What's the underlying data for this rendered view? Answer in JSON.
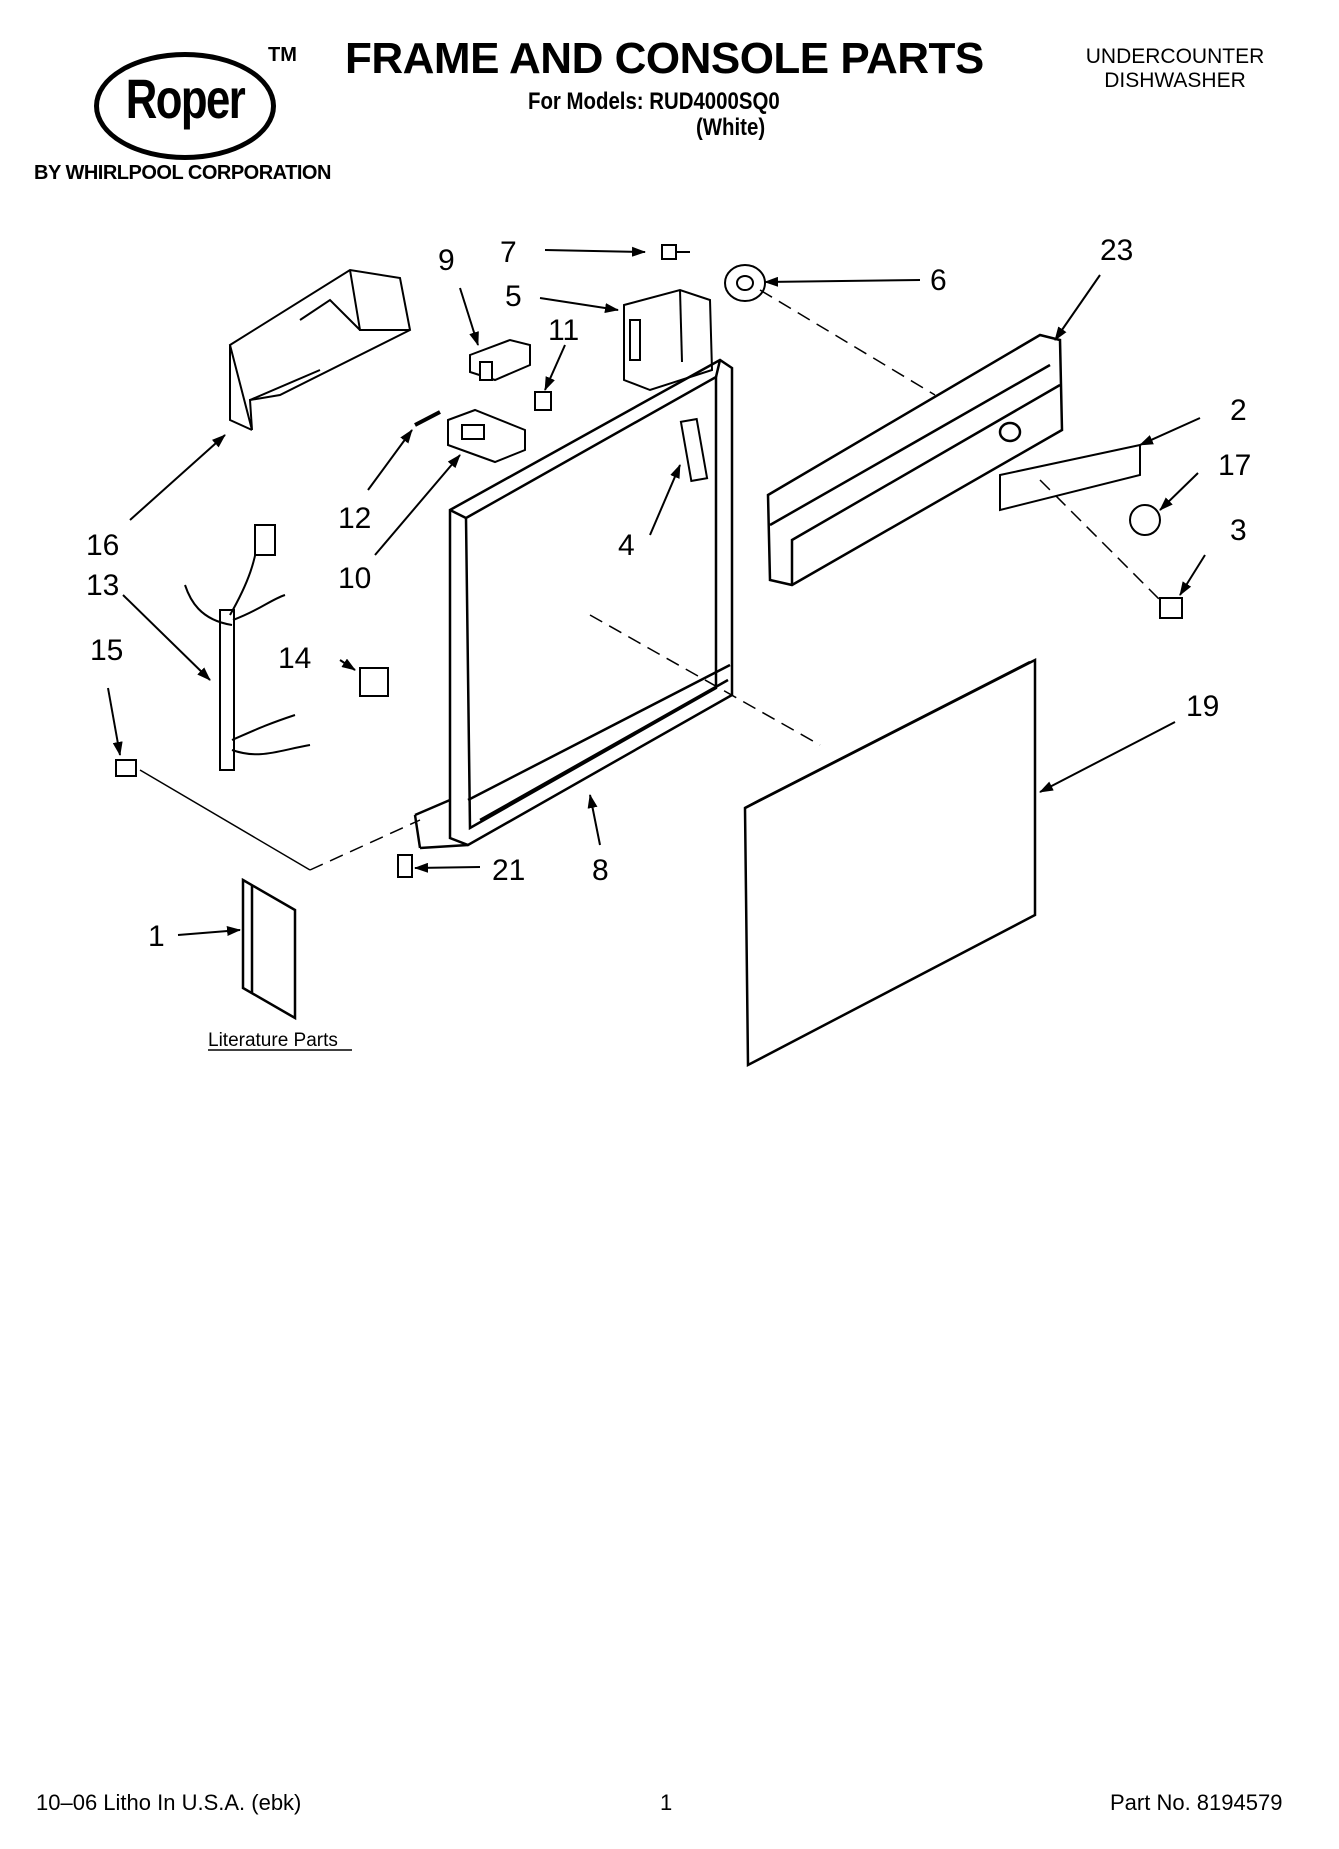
{
  "header": {
    "brand": "Roper",
    "trademark": "TM",
    "byline": "BY WHIRLPOOL CORPORATION",
    "title": "FRAME AND CONSOLE PARTS",
    "models_line": "For Models: RUD4000SQ0",
    "variant": "(White)",
    "product_type_line1": "UNDERCOUNTER",
    "product_type_line2": "DISHWASHER"
  },
  "callouts": {
    "c1": "1",
    "c2": "2",
    "c3": "3",
    "c4": "4",
    "c5": "5",
    "c6": "6",
    "c7": "7",
    "c8": "8",
    "c9": "9",
    "c10": "10",
    "c11": "11",
    "c12": "12",
    "c13": "13",
    "c14": "14",
    "c15": "15",
    "c16": "16",
    "c17": "17",
    "c19": "19",
    "c21": "21",
    "c23": "23"
  },
  "literature_label": "Literature Parts",
  "footer": {
    "print_info": "10–06 Litho In U.S.A. (ebk)",
    "page_number": "1",
    "part_number": "Part No. 8194579"
  }
}
